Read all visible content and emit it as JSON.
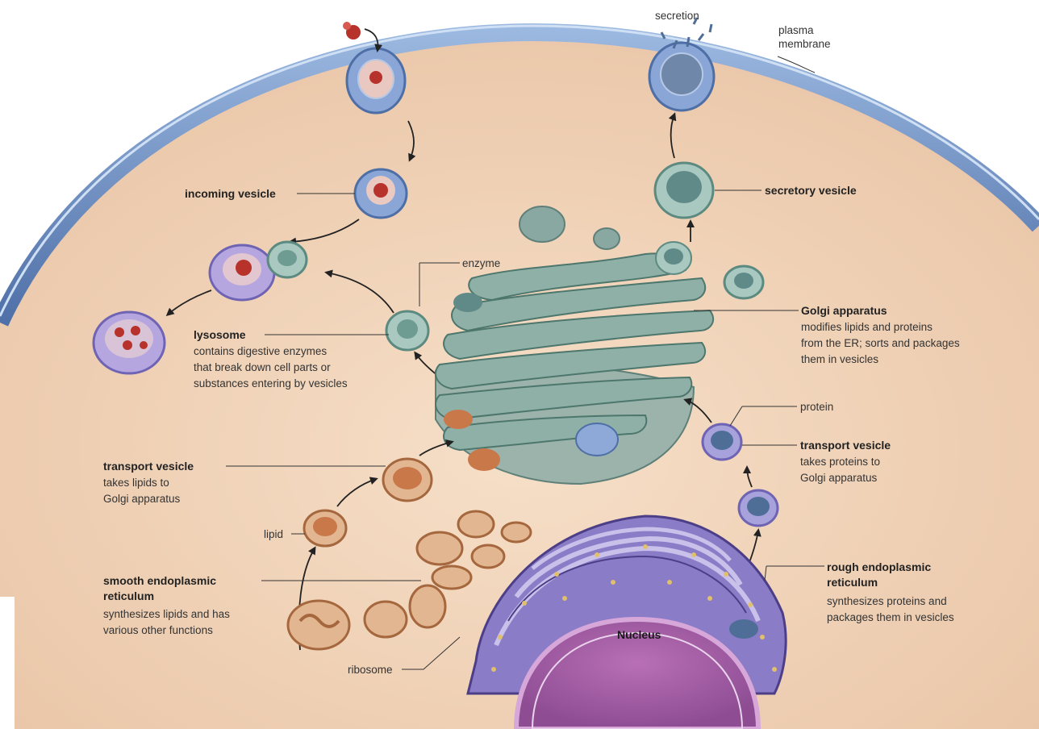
{
  "labels": {
    "secretion": "secretion",
    "plasma_membrane": [
      "plasma",
      "membrane"
    ],
    "incoming_vesicle": "incoming vesicle",
    "secretory_vesicle": "secretory vesicle",
    "enzyme": "enzyme",
    "golgi": {
      "title": "Golgi apparatus",
      "desc": [
        "modifies lipids and proteins",
        "from the ER; sorts and packages",
        "them in vesicles"
      ]
    },
    "lysosome": {
      "title": "lysosome",
      "desc": [
        "contains digestive enzymes",
        "that break down cell parts or",
        "substances entering by vesicles"
      ]
    },
    "protein": "protein",
    "transport_vesicle_protein": {
      "title": "transport vesicle",
      "desc": [
        "takes proteins to",
        "Golgi apparatus"
      ]
    },
    "transport_vesicle_lipid": {
      "title": "transport vesicle",
      "desc": [
        "takes lipids to",
        "Golgi apparatus"
      ]
    },
    "lipid": "lipid",
    "smooth_er": {
      "title": [
        "smooth endoplasmic",
        "reticulum"
      ],
      "desc": [
        "synthesizes lipids and has",
        "various other functions"
      ]
    },
    "rough_er": {
      "title": [
        "rough endoplasmic",
        "reticulum"
      ],
      "desc": [
        "synthesizes proteins and",
        "packages them in vesicles"
      ]
    },
    "ribosome": "ribosome",
    "nucleus": "Nucleus"
  },
  "colors": {
    "cytoplasm": "#f0d2b8",
    "membrane": "#6f93c6",
    "golgi": "#7fa59b",
    "rough_er": "#6c5aa3",
    "smooth_er": "#c9784a",
    "nucleus": "#a561a6",
    "vesicle_blue": "#8ea9d8"
  }
}
